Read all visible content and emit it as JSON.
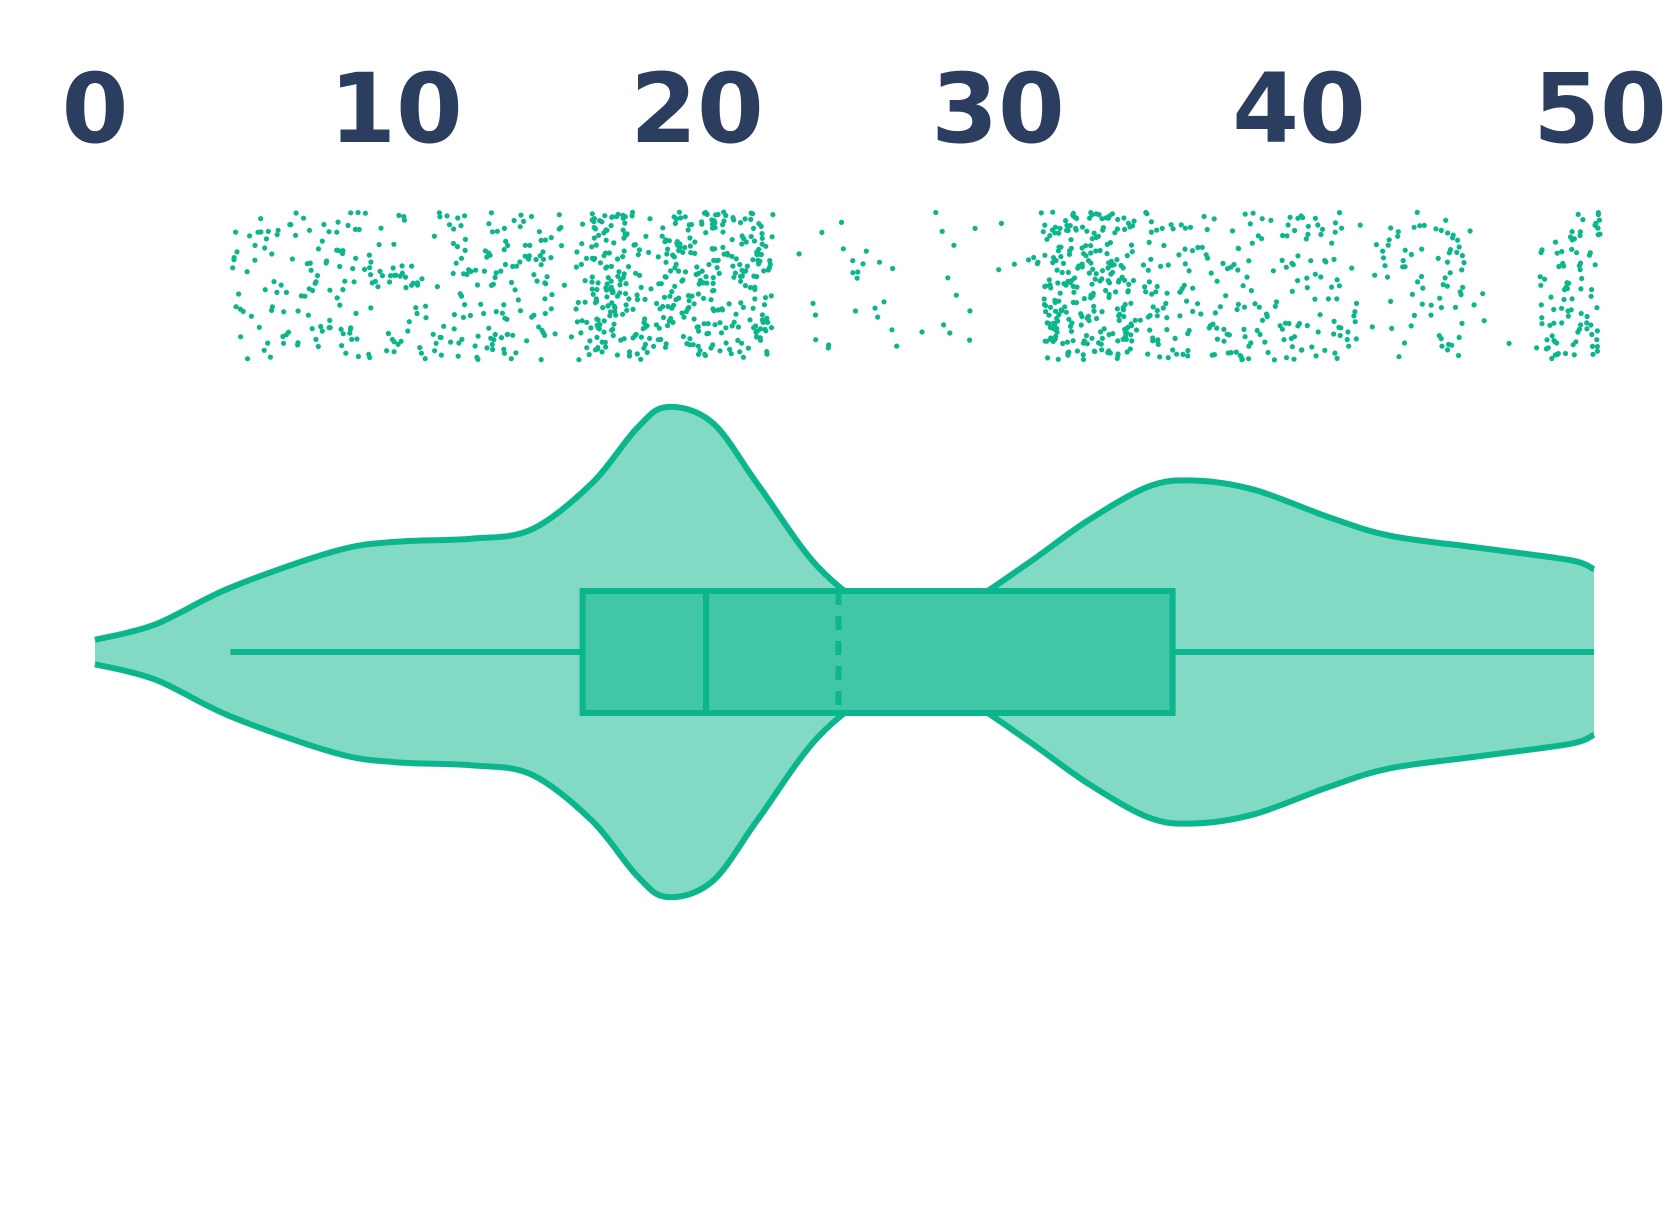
{
  "chart_data": {
    "type": "violin",
    "xlim": [
      0,
      50
    ],
    "x_ticks": [
      "0",
      "10",
      "20",
      "30",
      "40",
      "50"
    ],
    "tick_values": [
      0,
      10,
      20,
      30,
      40,
      50
    ],
    "orientation": "horizontal",
    "grid": false,
    "colors": {
      "accent": "#0bb68c",
      "violin_fill": "#82dac5",
      "box_fill": "#41c6a6",
      "tick_text": "#2c3e5f"
    },
    "box": {
      "whisker_low": 4.5,
      "q1": 16.2,
      "median": 20.3,
      "mean": 24.7,
      "q3": 35.8,
      "whisker_high": 49.8
    },
    "density": {
      "x": [
        0,
        2,
        4.5,
        8,
        10,
        12.5,
        14.5,
        16.5,
        18,
        19,
        20.5,
        22,
        24,
        26,
        27.5,
        29,
        31,
        33,
        35,
        36.5,
        38.5,
        41,
        43,
        46,
        49,
        49.8
      ],
      "y": [
        0.04,
        0.09,
        0.21,
        0.33,
        0.36,
        0.37,
        0.4,
        0.55,
        0.73,
        0.8,
        0.75,
        0.55,
        0.28,
        0.13,
        0.11,
        0.16,
        0.29,
        0.43,
        0.54,
        0.56,
        0.53,
        0.44,
        0.38,
        0.34,
        0.3,
        0.27
      ]
    },
    "strip_clusters": [
      {
        "from": 4.5,
        "to": 17.5,
        "count": 340
      },
      {
        "from": 16.5,
        "to": 22.5,
        "count": 380
      },
      {
        "from": 22.5,
        "to": 27.5,
        "count": 25
      },
      {
        "from": 27.5,
        "to": 31.5,
        "count": 18
      },
      {
        "from": 31.5,
        "to": 34.5,
        "count": 240
      },
      {
        "from": 34.5,
        "to": 41.5,
        "count": 210
      },
      {
        "from": 41.5,
        "to": 45.5,
        "count": 80
      },
      {
        "from": 45.5,
        "to": 48.0,
        "count": 6
      },
      {
        "from": 48.0,
        "to": 50.0,
        "count": 90
      }
    ]
  }
}
